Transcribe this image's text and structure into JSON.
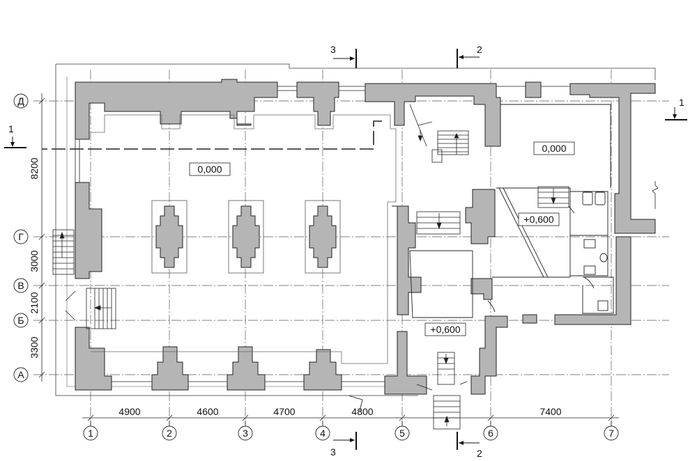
{
  "axes": {
    "columns": [
      "1",
      "2",
      "3",
      "4",
      "5",
      "6",
      "7"
    ],
    "rows": [
      "Д",
      "Г",
      "В",
      "Б",
      "А"
    ]
  },
  "dimensions": {
    "horizontal": [
      "4900",
      "4600",
      "4700",
      "4800",
      "7400"
    ],
    "vertical": [
      "8200",
      "3000",
      "2100",
      "3300"
    ]
  },
  "levels": {
    "hall": "0,000",
    "right_room": "0,000",
    "toilets": "+0,600",
    "vestibule": "+0,600"
  },
  "sections": {
    "s1": "1",
    "s2": "2",
    "s3": "3"
  },
  "colors": {
    "wall_fill": "#b5b5b5",
    "line": "#222222",
    "axis": "#444444"
  }
}
